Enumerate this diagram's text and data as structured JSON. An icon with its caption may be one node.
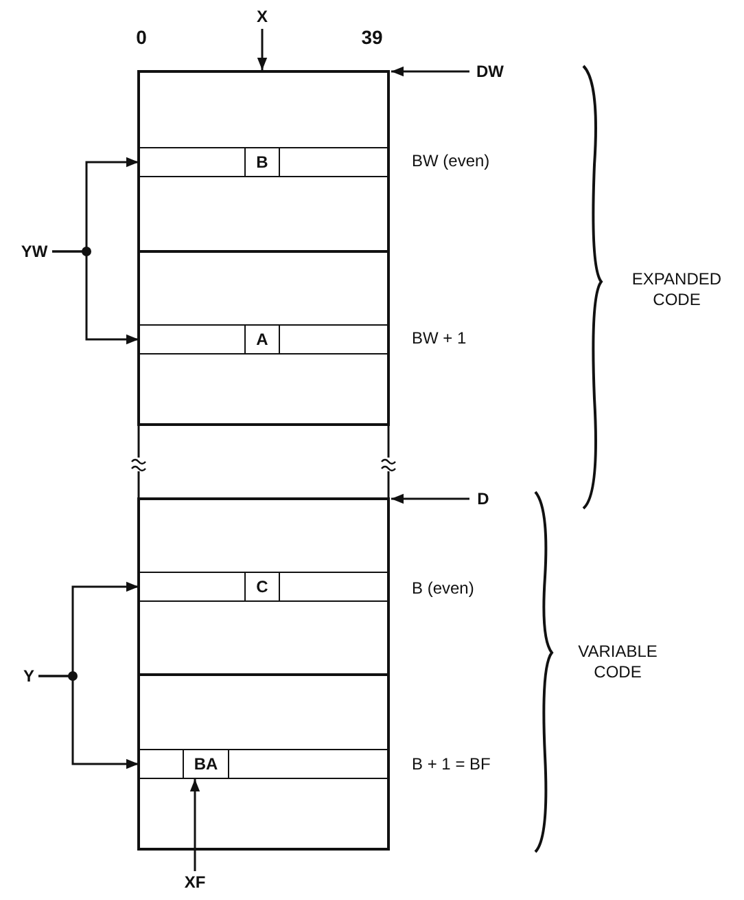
{
  "diagram": {
    "nodes": [
      {
        "text": [
          "X"
        ]
      },
      {
        "text": [
          "DW"
        ]
      },
      {
        "text": [],
        "shape": "box"
      },
      {
        "text": [],
        "shape": "bar",
        "in": 2,
        "beside": [
          "BW (even)"
        ]
      },
      {
        "text": [
          "B"
        ],
        "in": 3
      },
      {
        "text": [
          "YW"
        ]
      },
      {
        "text": [],
        "shape": "bar",
        "in": 2,
        "beside": [
          "BW + 1"
        ]
      },
      {
        "text": [
          "A"
        ],
        "in": 6
      },
      {
        "text": [
          "D"
        ]
      },
      {
        "text": [],
        "shape": "box"
      },
      {
        "text": [],
        "shape": "bar",
        "in": 9,
        "beside": [
          "B (even)"
        ]
      },
      {
        "text": [
          "C"
        ],
        "in": 10
      },
      {
        "text": [
          "Y"
        ]
      },
      {
        "text": [],
        "shape": "bar",
        "in": 9,
        "beside": [
          "B + 1 = BF"
        ]
      },
      {
        "text": [
          "BA"
        ],
        "in": 13
      },
      {
        "text": [
          "XF"
        ]
      }
    ],
    "edges": [
      {
        "from": 0,
        "to": 2,
        "arrow": "to"
      },
      {
        "from": 1,
        "to": 2,
        "arrow": "to"
      },
      {
        "from": 5,
        "to": 3,
        "arrow": "to"
      },
      {
        "from": 5,
        "to": 6,
        "arrow": "to"
      },
      {
        "from": 8,
        "to": 9,
        "arrow": "to"
      },
      {
        "from": 12,
        "to": 10,
        "arrow": "to"
      },
      {
        "from": 12,
        "to": 13,
        "arrow": "to"
      },
      {
        "from": 15,
        "to": 14,
        "arrow": "to"
      }
    ],
    "labels": [
      "0",
      "39",
      "EXPANDED CODE",
      "VARIABLE CODE"
    ]
  }
}
